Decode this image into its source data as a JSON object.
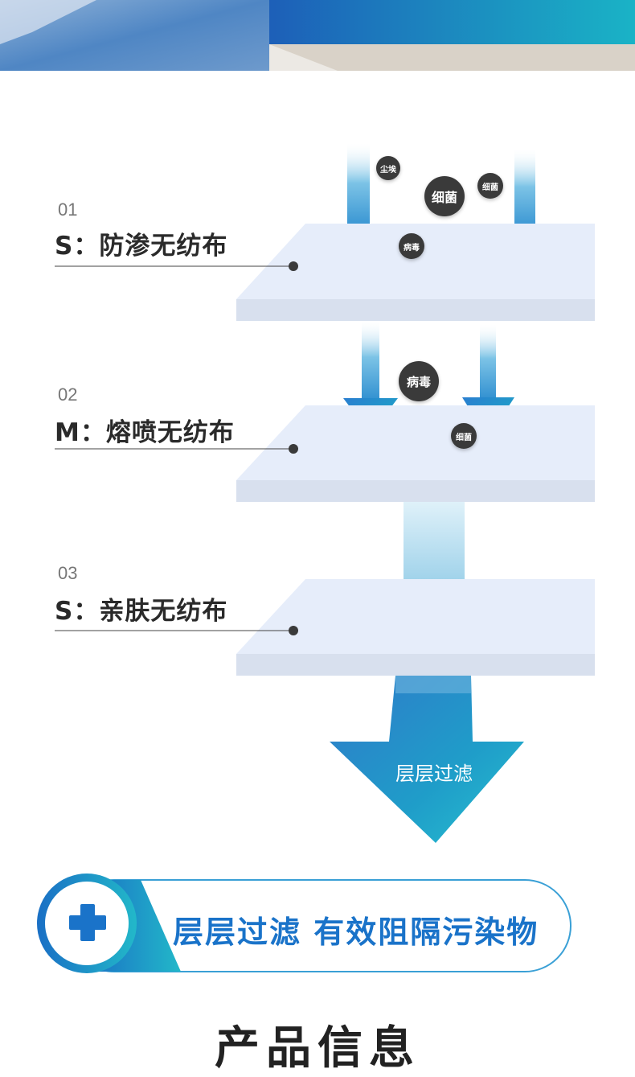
{
  "layers": [
    {
      "num": "01",
      "name": "S：防渗无纺布"
    },
    {
      "num": "02",
      "name": "M：熔喷无纺布"
    },
    {
      "num": "03",
      "name": "S：亲肤无纺布"
    }
  ],
  "particles": {
    "p1": "尘埃",
    "p2": "细菌",
    "p3": "细菌",
    "p4": "病毒",
    "p5": "病毒",
    "p6": "细菌"
  },
  "arrow_label": "层层过滤",
  "banner": {
    "text": "层层过滤 有效阻隔污染物",
    "icon": "plus-icon"
  },
  "bottom_title": "产品信息",
  "colors": {
    "accent": "#1a73c9",
    "teal": "#22b2c8",
    "layer": "#e6edfa",
    "layer_side": "#d8e0ee"
  }
}
